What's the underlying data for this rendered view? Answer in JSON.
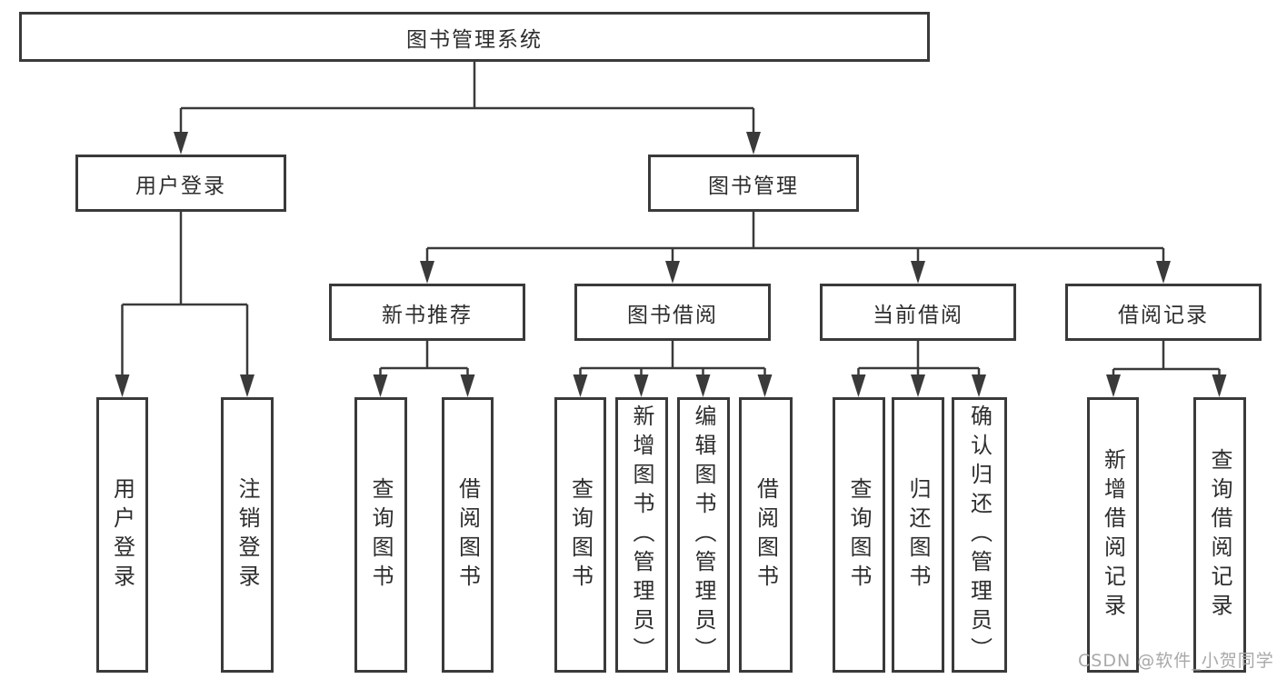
{
  "diagram": {
    "root": "图书管理系统",
    "branches": [
      {
        "label": "用户登录",
        "children": [
          "用户登录",
          "注销登录"
        ]
      },
      {
        "label": "图书管理",
        "children": [
          {
            "label": "新书推荐",
            "children": [
              "查询图书",
              "借阅图书"
            ]
          },
          {
            "label": "图书借阅",
            "children": [
              "查询图书",
              "新增图书（管理员）",
              "编辑图书（管理员）",
              "借阅图书"
            ]
          },
          {
            "label": "当前借阅",
            "children": [
              "查询图书",
              "归还图书",
              "确认归还（管理员）"
            ]
          },
          {
            "label": "借阅记录",
            "children": [
              "新增借阅记录",
              "查询借阅记录"
            ]
          }
        ]
      }
    ]
  },
  "watermark": {
    "text": "CSDN @软件_小贺同学"
  },
  "colors": {
    "line": "#3a3a3a",
    "text": "#2d2d2d",
    "watermark": "#a8a8a8",
    "background": "#ffffff"
  }
}
